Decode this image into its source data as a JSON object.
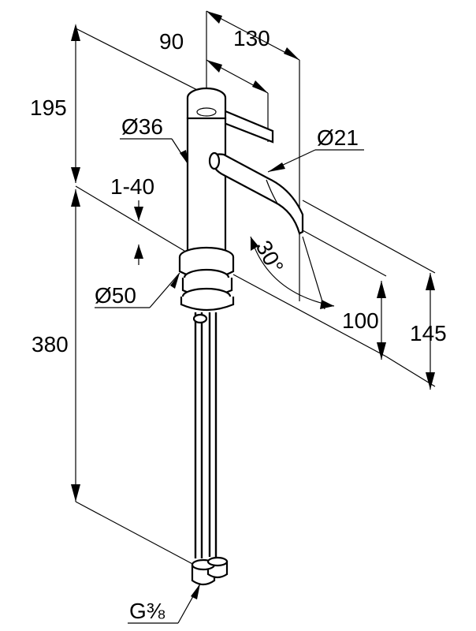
{
  "drawing": {
    "dimensions": {
      "d90": "90",
      "d130": "130",
      "d195": "195",
      "d36": "Ø36",
      "d21": "Ø21",
      "d1_40": "1-40",
      "d30": "30°",
      "d50": "Ø50",
      "d100": "100",
      "d145": "145",
      "d380": "380",
      "thread": "G⅜"
    }
  }
}
